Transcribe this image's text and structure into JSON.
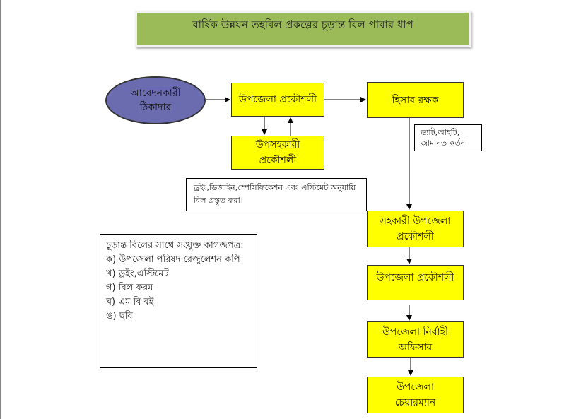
{
  "title": "বার্ষিক উন্নয়ন তহবিল প্রকল্পের চূড়ান্ত বিল পাবার ধাপ",
  "nodes": {
    "applicant": "আবেদনকারী ঠিকাদার",
    "upazila_engineer": "উপজেলা প্রকৌশলী",
    "accountant": "হিসাব রক্ষক",
    "sub_assistant_engineer": "উপসহকারী প্রকৌশলী",
    "assistant_upazila_engineer": "সহকারী উপজেলা প্রকৌশলী",
    "upazila_engineer_2": "উপজেলা প্রকৌশলী",
    "upazila_nirbahi_officer": "উপজেলা নির্বাহী অফিসার",
    "upazila_chairman": "উপজেলা চেয়ারম্যান"
  },
  "notes": {
    "vat": "ভ্যাট,আইটি, জামানত কর্তন",
    "drawing": "ড্রইং,ডিজাইন,স্পেসিফিকেশন এবং এস্টিমেট অনুযায়ি বিল প্রস্তুত করা।"
  },
  "documents": {
    "heading": "চূড়ান্ত বিলের সাথে সংযুক্ত কাগজপত্র:",
    "items": [
      "ক) উপজেলা পরিষদ রেজুলেশন কপি",
      "খ) ড্রইং,এস্টিমেট",
      "গ) বিল ফরম",
      "ঘ) এম বি বই",
      "ঙ) ছবি"
    ]
  }
}
